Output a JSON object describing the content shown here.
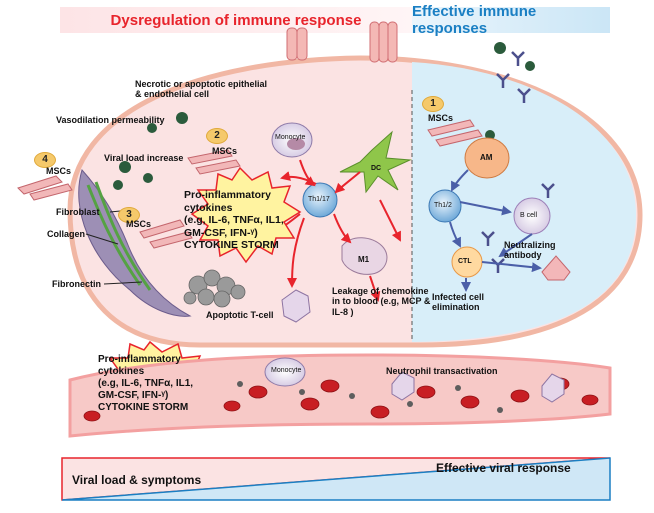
{
  "headers": {
    "left": "Dysregulation of immune response",
    "right": "Effective immune responses"
  },
  "colors": {
    "left_accent": "#e8242c",
    "right_accent": "#1a7fc3",
    "left_header_bg": "#fde4e6",
    "right_header_bg": "#d6ecf8",
    "tissue": "#fbe3e3",
    "effective_region": "#d8eef9",
    "vessel": "#f7c9c7",
    "rbc": "#c81e23",
    "storm_fill": "#fff3a0",
    "storm_stroke": "#e8242c",
    "badge": "#f5c96b"
  },
  "labels": {
    "necrotic": "Necrotic or apoptotic epithelial & endothelial cell",
    "vasodilation": "Vasodilation permeability",
    "viral_load_increase": "Viral load increase",
    "fibroblast": "Fibroblast",
    "collagen": "Collagen",
    "fibronectin": "Fibronectin",
    "apoptotic_tcell": "Apoptotic T-cell",
    "leakage": "Leakage of chemokine in to blood (e.g, MCP & IL-8 )",
    "monocyte": "Monocyte",
    "monocyte_vessel": "Monocyte",
    "dc": "DC",
    "th1_17": "Th1/17",
    "m1": "M1",
    "am": "AM",
    "th1_2": "Th1/2",
    "b_cell": "B cell",
    "ctl": "CTL",
    "neutralizing": "Neutralizing antibody",
    "infected_elim": "Infected cell elimination",
    "neutrophil": "Neutrophil transactivation"
  },
  "mscs": [
    {
      "num": "1",
      "label": "MSCs"
    },
    {
      "num": "2",
      "label": "MSCs"
    },
    {
      "num": "3",
      "label": "MSCs"
    },
    {
      "num": "4",
      "label": "MSCs"
    }
  ],
  "storm_tissue": {
    "line1": "Pro-inflammatory",
    "line2": "cytokines",
    "line3": "(e.g, IL-6, TNFα, IL1,",
    "line4": "GM-CSF, IFN-ᵞ)",
    "line5": "CYTOKINE STORM"
  },
  "storm_vessel": {
    "line1": "Pro-inflammatory",
    "line2": "cytokines",
    "line3": "(e.g, IL-6, TNFα, IL1,",
    "line4": "GM-CSF, IFN-ᵞ)",
    "line5": "CYTOKINE STORM"
  },
  "bottom": {
    "left": "Viral load & symptoms",
    "right": "Effective viral response"
  }
}
